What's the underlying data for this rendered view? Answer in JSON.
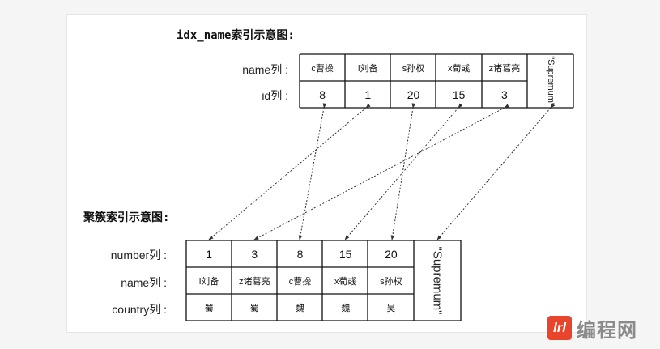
{
  "secondary_index": {
    "title": "idx_name索引示意图:",
    "name_label": "name列 :",
    "id_label": "id列 :",
    "names": [
      "c曹操",
      "l刘备",
      "s孙权",
      "x荀彧",
      "z诸葛亮"
    ],
    "ids": [
      "8",
      "1",
      "20",
      "15",
      "3"
    ],
    "supremum": "\"Supremum\""
  },
  "clustered_index": {
    "title": "聚簇索引示意图:",
    "number_label": "number列 :",
    "name_label": "name列 :",
    "country_label": "country列 :",
    "numbers": [
      "1",
      "3",
      "8",
      "15",
      "20"
    ],
    "names": [
      "l刘备",
      "z诸葛亮",
      "c曹操",
      "x荀彧",
      "s孙权"
    ],
    "countries": [
      "蜀",
      "蜀",
      "魏",
      "魏",
      "吴"
    ],
    "supremum": "\"Supremum\""
  },
  "watermark": {
    "logo": "lrl",
    "text": "编程网"
  }
}
